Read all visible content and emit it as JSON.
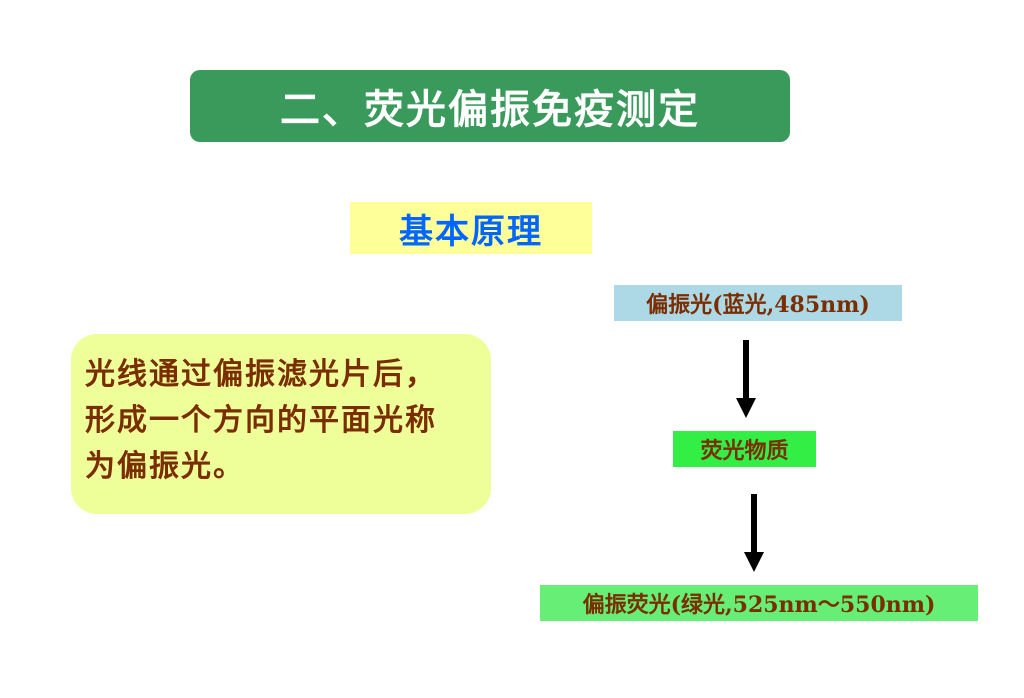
{
  "slide": {
    "title": "二、荧光偏振免疫测定",
    "subtitle": "基本原理",
    "definition_lines": [
      "光线通过偏振滤光片后，",
      "形成一个方向的平面光称",
      "为偏振光。"
    ],
    "flow": {
      "step1": "偏振光(蓝光,485nm)",
      "step2": "荧光物质",
      "step3": "偏振荧光(绿光,525nm～550nm)"
    }
  },
  "colors": {
    "title_bg": "#3a9a5c",
    "subtitle_bg": "#ffff99",
    "subtitle_text": "#0066ff",
    "definition_bg": "#eeff99",
    "body_text": "#7a2e00",
    "step1_bg": "#add8e6",
    "step2_bg": "#33ee44",
    "step3_bg": "#66ee77",
    "arrow": "#000000"
  },
  "icons": {
    "arrow1": "arrow-down-icon",
    "arrow2": "arrow-down-icon"
  }
}
